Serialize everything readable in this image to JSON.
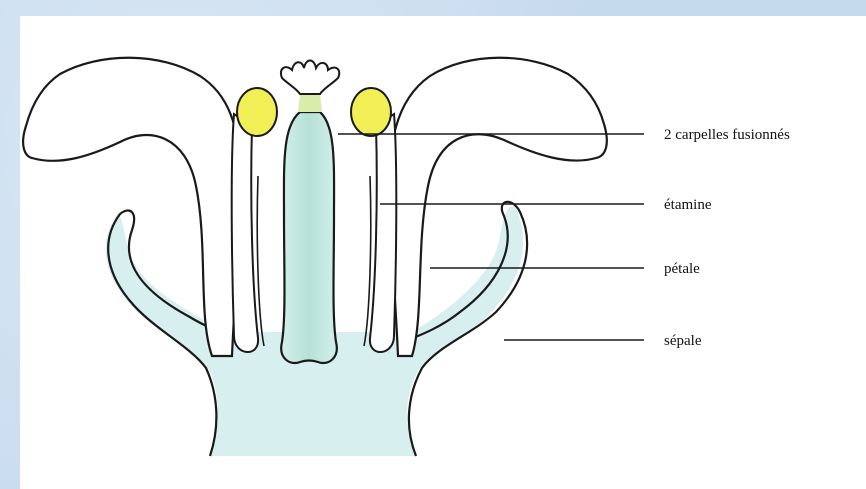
{
  "labels": {
    "carpels": "2 carpelles fusionnés",
    "stamen": "étamine",
    "petal": "pétale",
    "sepal": "sépale"
  },
  "colors": {
    "background_pattern": "#c7dbee",
    "panel": "#ffffff",
    "outline": "#1a1a1a",
    "tissue": "#d7efee",
    "pistil": "#bfe6df",
    "anther": "#f2ee55",
    "stigma_collar": "#d9ecaa"
  }
}
